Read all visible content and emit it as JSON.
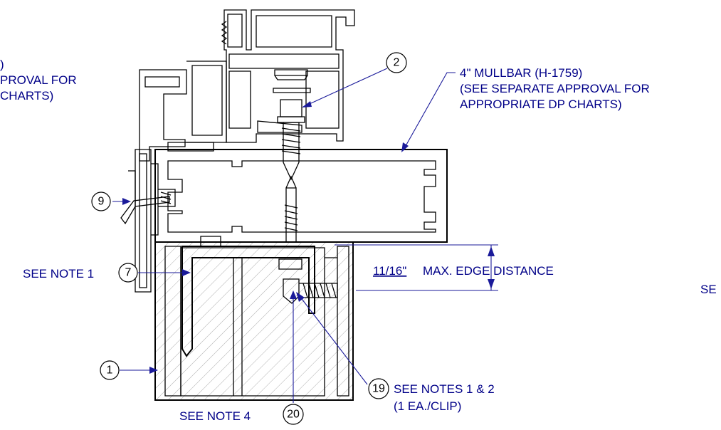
{
  "labels": {
    "partial_top_line": ")",
    "partial_approval_for": "PROVAL FOR",
    "partial_charts": "CHARTS)",
    "mullbar_line1": "4\" MULLBAR (H-1759)",
    "mullbar_line2": "(SEE SEPARATE APPROVAL FOR",
    "mullbar_line3": "APPROPRIATE DP CHARTS)",
    "edge_value": "11/16\"",
    "edge_text": "MAX. EDGE DISTANCE",
    "see_note_1": "SEE NOTE 1",
    "see_notes_1_2": "SEE NOTES 1 & 2",
    "one_ea_clip": "(1 EA./CLIP)",
    "see_note_4": "SEE NOTE 4",
    "partial_right": "SE"
  },
  "callouts": {
    "c2": "2",
    "c9": "9",
    "c7": "7",
    "c1": "1",
    "c19": "19",
    "c20": "20"
  }
}
